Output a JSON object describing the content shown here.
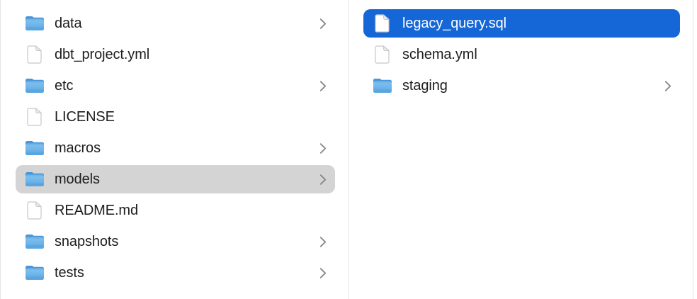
{
  "view": {
    "name": "finder-column-browser",
    "background": "#ffffff"
  },
  "colors": {
    "selection_active": "#1566d6",
    "selection_inactive": "#d4d4d4",
    "divider": "#e3e3e6",
    "text": "#1d1d1f",
    "selected_text": "#ffffff",
    "chevron": "#87878c",
    "folder_tab_blue": "#4795da",
    "folder_body_blue_top": "#82c4f0",
    "folder_body_blue_bottom": "#5ba7e4",
    "file_fill": "#ffffff",
    "file_stroke": "#c8c8cc"
  },
  "icons": {
    "folder": "folder-icon",
    "file": "file-icon",
    "chevron": "chevron-right-icon"
  },
  "columns": [
    {
      "name": "left-column",
      "items": [
        {
          "label": "data",
          "type": "folder",
          "chevron": true,
          "selected": "none"
        },
        {
          "label": "dbt_project.yml",
          "type": "file",
          "chevron": false,
          "selected": "none"
        },
        {
          "label": "etc",
          "type": "folder",
          "chevron": true,
          "selected": "none"
        },
        {
          "label": "LICENSE",
          "type": "file",
          "chevron": false,
          "selected": "none"
        },
        {
          "label": "macros",
          "type": "folder",
          "chevron": true,
          "selected": "none"
        },
        {
          "label": "models",
          "type": "folder",
          "chevron": true,
          "selected": "inactive"
        },
        {
          "label": "README.md",
          "type": "file",
          "chevron": false,
          "selected": "none"
        },
        {
          "label": "snapshots",
          "type": "folder",
          "chevron": true,
          "selected": "none"
        },
        {
          "label": "tests",
          "type": "folder",
          "chevron": true,
          "selected": "none"
        }
      ]
    },
    {
      "name": "right-column",
      "items": [
        {
          "label": "legacy_query.sql",
          "type": "file",
          "chevron": false,
          "selected": "active"
        },
        {
          "label": "schema.yml",
          "type": "file",
          "chevron": false,
          "selected": "none"
        },
        {
          "label": "staging",
          "type": "folder",
          "chevron": true,
          "selected": "none"
        }
      ]
    }
  ]
}
